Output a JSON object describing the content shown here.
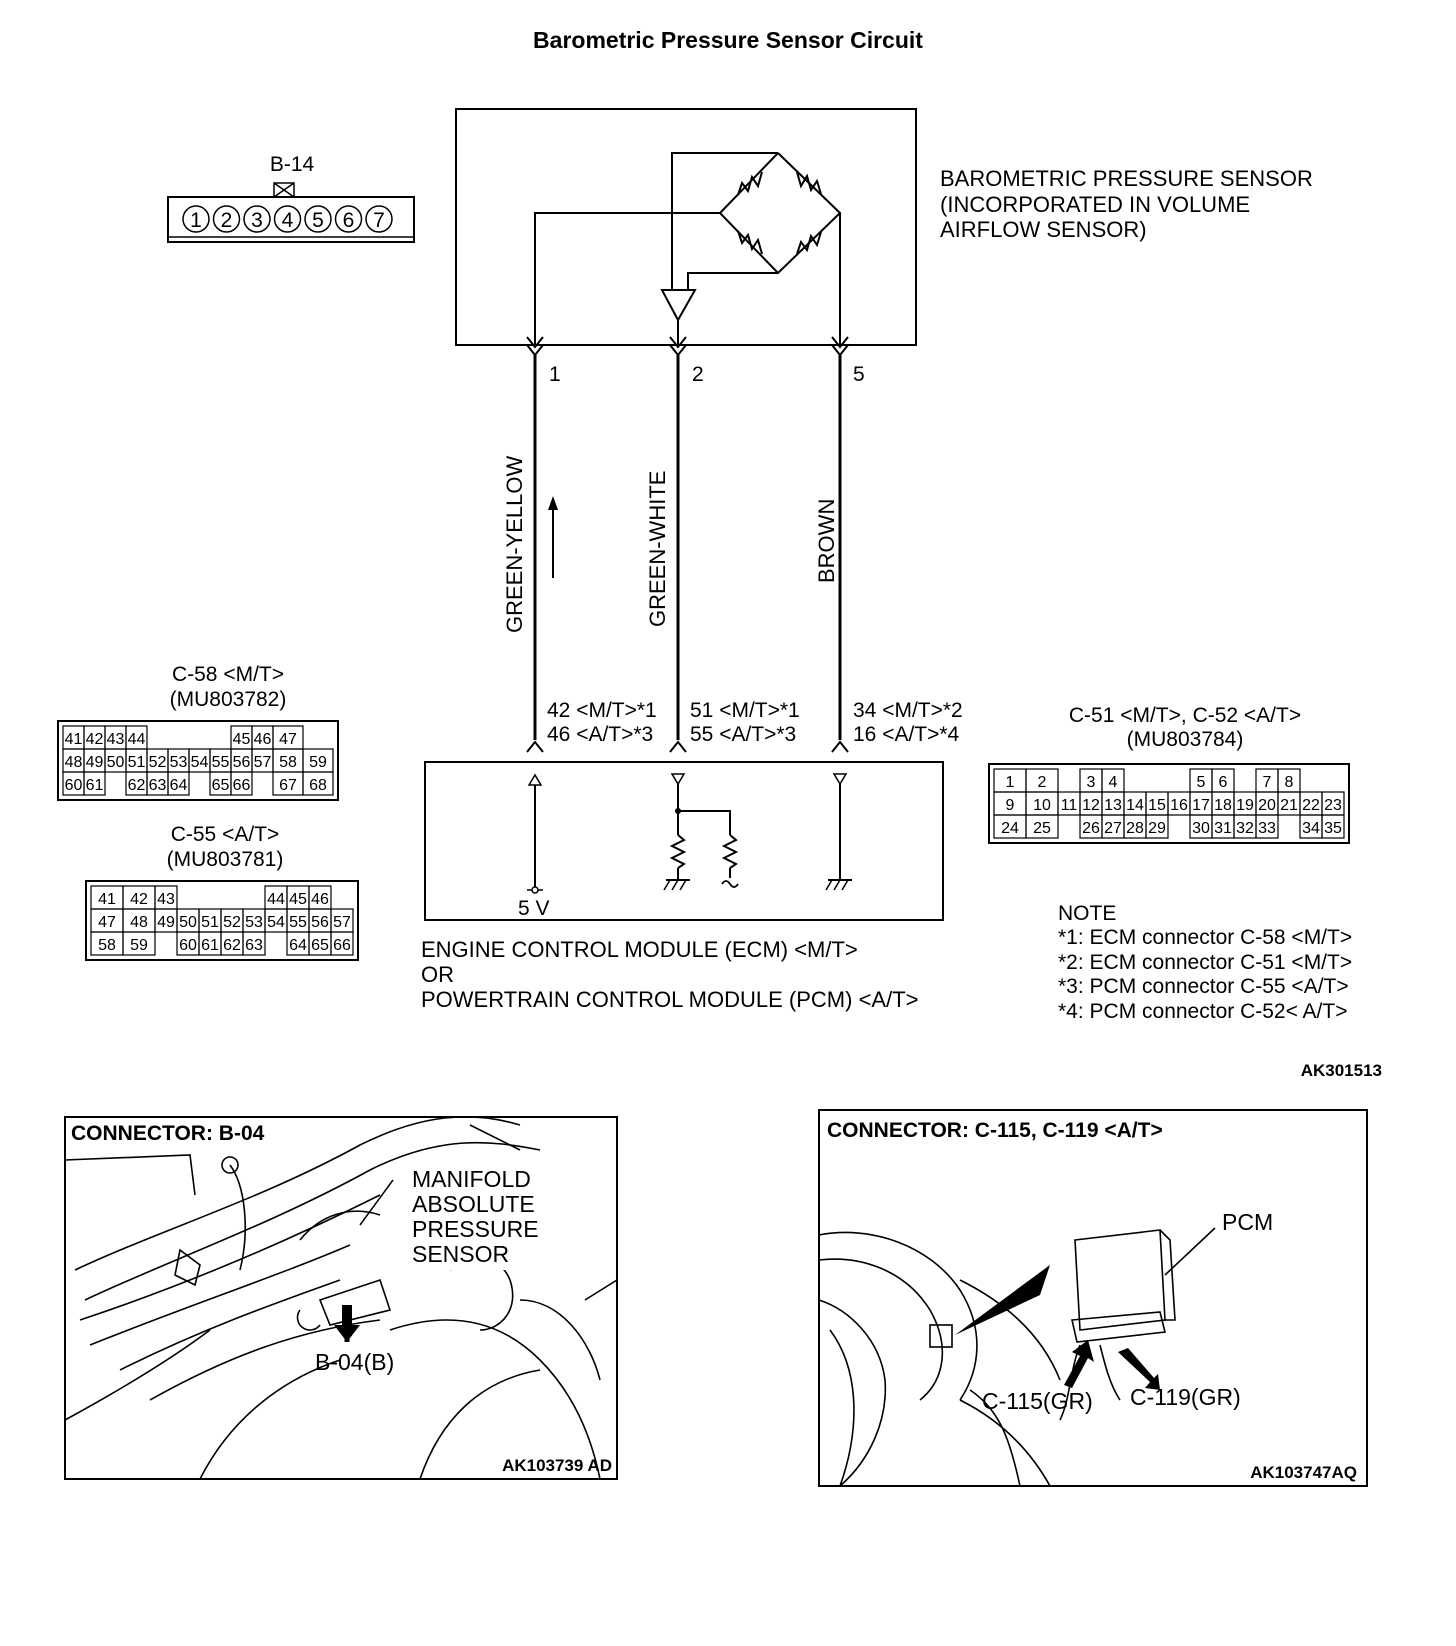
{
  "title": "Barometric Pressure Sensor Circuit",
  "sensor": {
    "label_lines": [
      "BAROMETRIC PRESSURE SENSOR",
      "(INCORPORATED IN VOLUME",
      "AIRFLOW SENSOR)"
    ],
    "pins": [
      "1",
      "2",
      "5"
    ]
  },
  "b14": {
    "name": "B-14",
    "pins": [
      "1",
      "2",
      "3",
      "4",
      "5",
      "6",
      "7"
    ]
  },
  "wires": {
    "w1": "GREEN-YELLOW",
    "w2": "GREEN-WHITE",
    "w3": "BROWN"
  },
  "ecm_pins": {
    "w1": [
      "42 <M/T>*1",
      "46 <A/T>*3"
    ],
    "w2": [
      "51 <M/T>*1",
      "55 <A/T>*3"
    ],
    "w3": [
      "34 <M/T>*2",
      "16 <A/T>*4"
    ]
  },
  "ecm": {
    "voltage": "5 V",
    "label_lines": [
      "ENGINE CONTROL MODULE (ECM) <M/T>",
      "OR",
      "POWERTRAIN CONTROL MODULE (PCM) <A/T>"
    ]
  },
  "c58": {
    "name": "C-58 <M/T>",
    "part": "(MU803782)",
    "rows": [
      [
        "41",
        "42",
        "43",
        "44",
        "",
        "",
        "",
        "",
        "45",
        "46",
        "47"
      ],
      [
        "48",
        "49",
        "50",
        "51",
        "52",
        "53",
        "54",
        "55",
        "56",
        "57",
        "58",
        "59"
      ],
      [
        "60",
        "61",
        "",
        "62",
        "63",
        "64",
        "",
        "65",
        "66",
        "",
        "67",
        "68"
      ]
    ]
  },
  "c55": {
    "name": "C-55 <A/T>",
    "part": "(MU803781)",
    "rows": [
      [
        "41",
        "42",
        "43",
        "",
        "",
        "",
        "",
        "44",
        "45",
        "46"
      ],
      [
        "47",
        "48",
        "49",
        "50",
        "51",
        "52",
        "53",
        "54",
        "55",
        "56",
        "57"
      ],
      [
        "58",
        "59",
        "",
        "60",
        "61",
        "62",
        "63",
        "",
        "64",
        "65",
        "66"
      ]
    ]
  },
  "c51": {
    "name": "C-51 <M/T>, C-52 <A/T>",
    "part": "(MU803784)",
    "rows": [
      [
        "1",
        "2",
        "",
        "3",
        "4",
        "",
        "",
        "",
        "5",
        "6",
        "",
        "7",
        "8"
      ],
      [
        "9",
        "10",
        "11",
        "12",
        "13",
        "14",
        "15",
        "16",
        "17",
        "18",
        "19",
        "20",
        "21",
        "22",
        "23"
      ],
      [
        "24",
        "25",
        "",
        "26",
        "27",
        "28",
        "29",
        "",
        "30",
        "31",
        "32",
        "33",
        "",
        "34",
        "35"
      ]
    ]
  },
  "notes": {
    "heading": "NOTE",
    "items": [
      "*1: ECM connector C-58 <M/T>",
      "*2: ECM connector C-51 <M/T>",
      "*3: PCM connector C-55 <A/T>",
      "*4: PCM connector C-52< A/T>"
    ]
  },
  "diagram_code": "AK301513",
  "panel_left": {
    "title": "CONNECTOR: B-04",
    "callout_lines": [
      "MANIFOLD",
      "ABSOLUTE",
      "PRESSURE",
      "SENSOR"
    ],
    "arrow_label": "B-04(B)",
    "code": "AK103739 AD"
  },
  "panel_right": {
    "title": "CONNECTOR: C-115, C-119 <A/T>",
    "pcm_label": "PCM",
    "label_a": "C-115(GR)",
    "label_b": "C-119(GR)",
    "code": "AK103747AQ"
  }
}
